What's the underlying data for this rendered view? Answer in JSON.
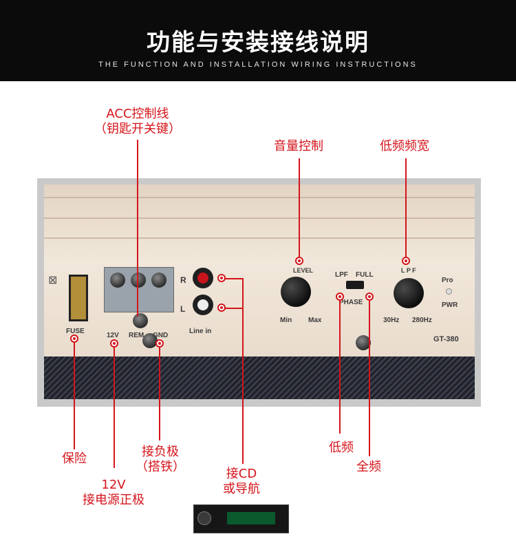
{
  "header": {
    "title": "功能与安装接线说明",
    "subtitle": "THE FUNCTION AND INSTALLATION WIRING INSTRUCTIONS"
  },
  "panel": {
    "fuse_label": "FUSE",
    "terminal_labels": [
      "12V",
      "REM",
      "GND"
    ],
    "rca_labels": [
      "R",
      "L"
    ],
    "line_in": "Line in",
    "level": {
      "label": "LEVEL",
      "min": "Min",
      "max": "Max"
    },
    "switch": {
      "lpf": "LPF",
      "full": "FULL",
      "phase": "PHASE"
    },
    "lpf_knob": {
      "label": "L P F",
      "low": "30Hz",
      "high": "280Hz"
    },
    "pro": "Pro",
    "pwr": "PWR",
    "model": "GT-380"
  },
  "callouts": {
    "acc": [
      "ACC控制线",
      "（钥匙开关键）"
    ],
    "volume": "音量控制",
    "lowpass": "低频频宽",
    "fuse": "保险",
    "ground": [
      "接负极",
      "（搭铁）"
    ],
    "power": [
      "12V",
      "接电源正极"
    ],
    "cd": [
      "接CD",
      "或导航"
    ],
    "low": "低频",
    "full": "全频"
  },
  "colors": {
    "accent": "#d4141b",
    "banner": "#0b0b0b"
  }
}
